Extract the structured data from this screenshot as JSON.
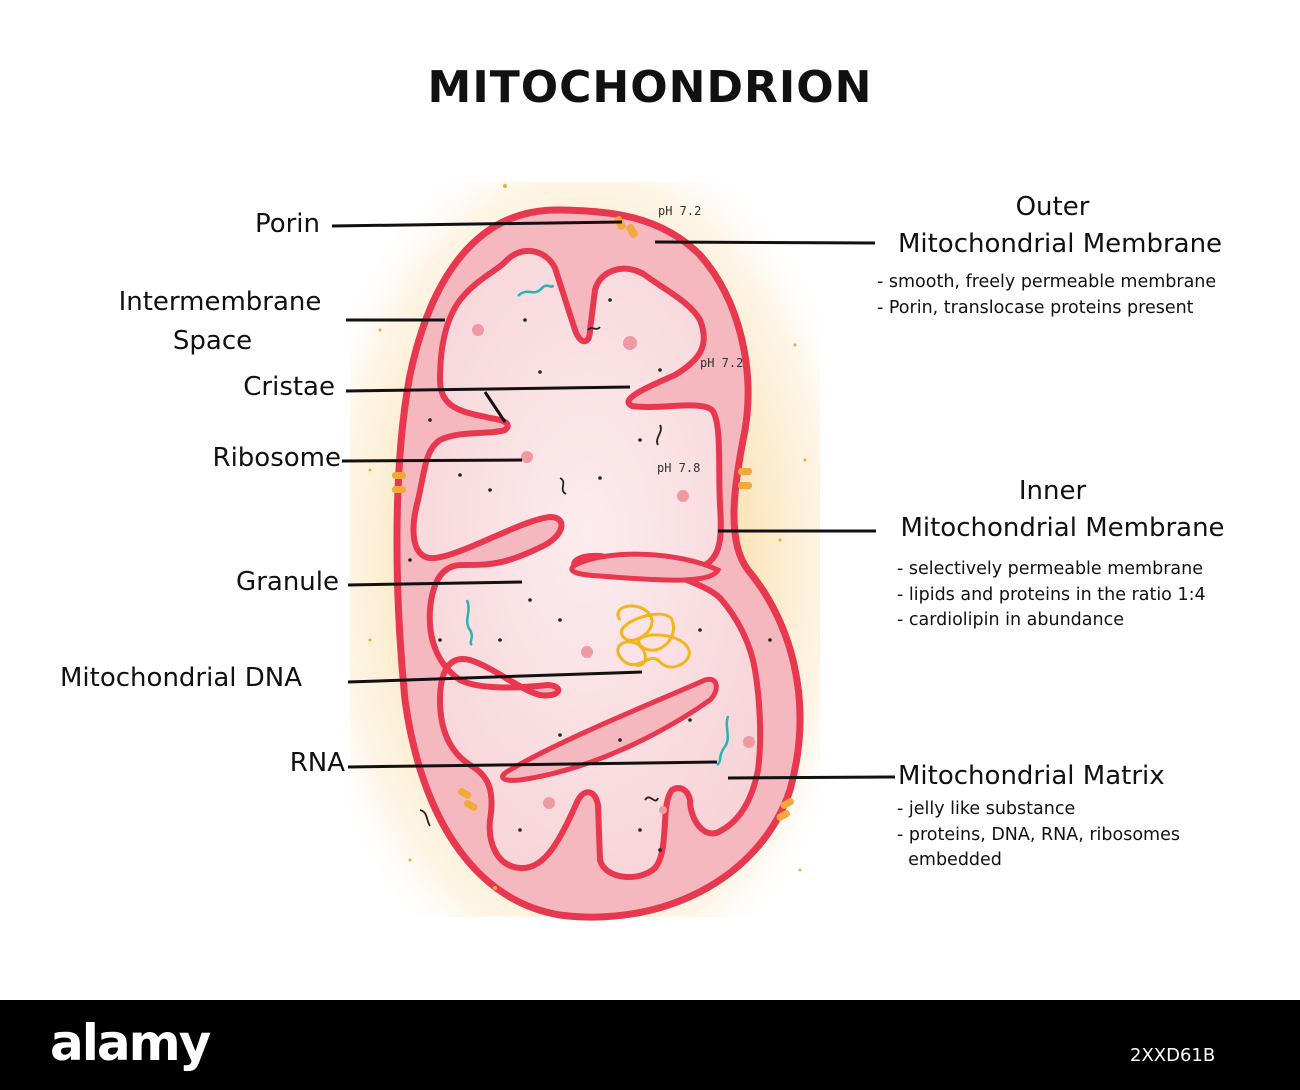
{
  "title": "MITOCHONDRION",
  "left_labels": {
    "porin": "Porin",
    "intermembrane_line1": "Intermembrane",
    "intermembrane_line2": "Space",
    "cristae": "Cristae",
    "ribosome": "Ribosome",
    "granule": "Granule",
    "dna": "Mitochondrial DNA",
    "rna": "RNA"
  },
  "outer_membrane": {
    "title_line1": "Outer",
    "title_line2": "Mitochondrial Membrane",
    "notes": [
      "- smooth, freely permeable membrane",
      "- Porin, translocase proteins present"
    ]
  },
  "inner_membrane": {
    "title_line1": "Inner",
    "title_line2": "Mitochondrial Membrane",
    "notes": [
      "- selectively permeable membrane",
      "- lipids and proteins in the ratio 1:4",
      "- cardiolipin in abundance"
    ]
  },
  "matrix": {
    "title": "Mitochondrial Matrix",
    "notes": [
      "- jelly like substance",
      "- proteins, DNA, RNA, ribosomes",
      "  embedded"
    ]
  },
  "ph_labels": {
    "ph1": "pH 7.2",
    "ph2": "pH 7.2",
    "ph3": "pH 7.8"
  },
  "colors": {
    "membrane": "#e8384f",
    "matrix": "#f9dde0",
    "intermembrane": "#f6b8bf",
    "halo": "#fbe3b8",
    "porin": "#f2a93b",
    "dna": "#f2b51d",
    "rna": "#2bb3b1"
  },
  "footer": {
    "logo": "alamy",
    "image_code": "2XXD61B"
  }
}
